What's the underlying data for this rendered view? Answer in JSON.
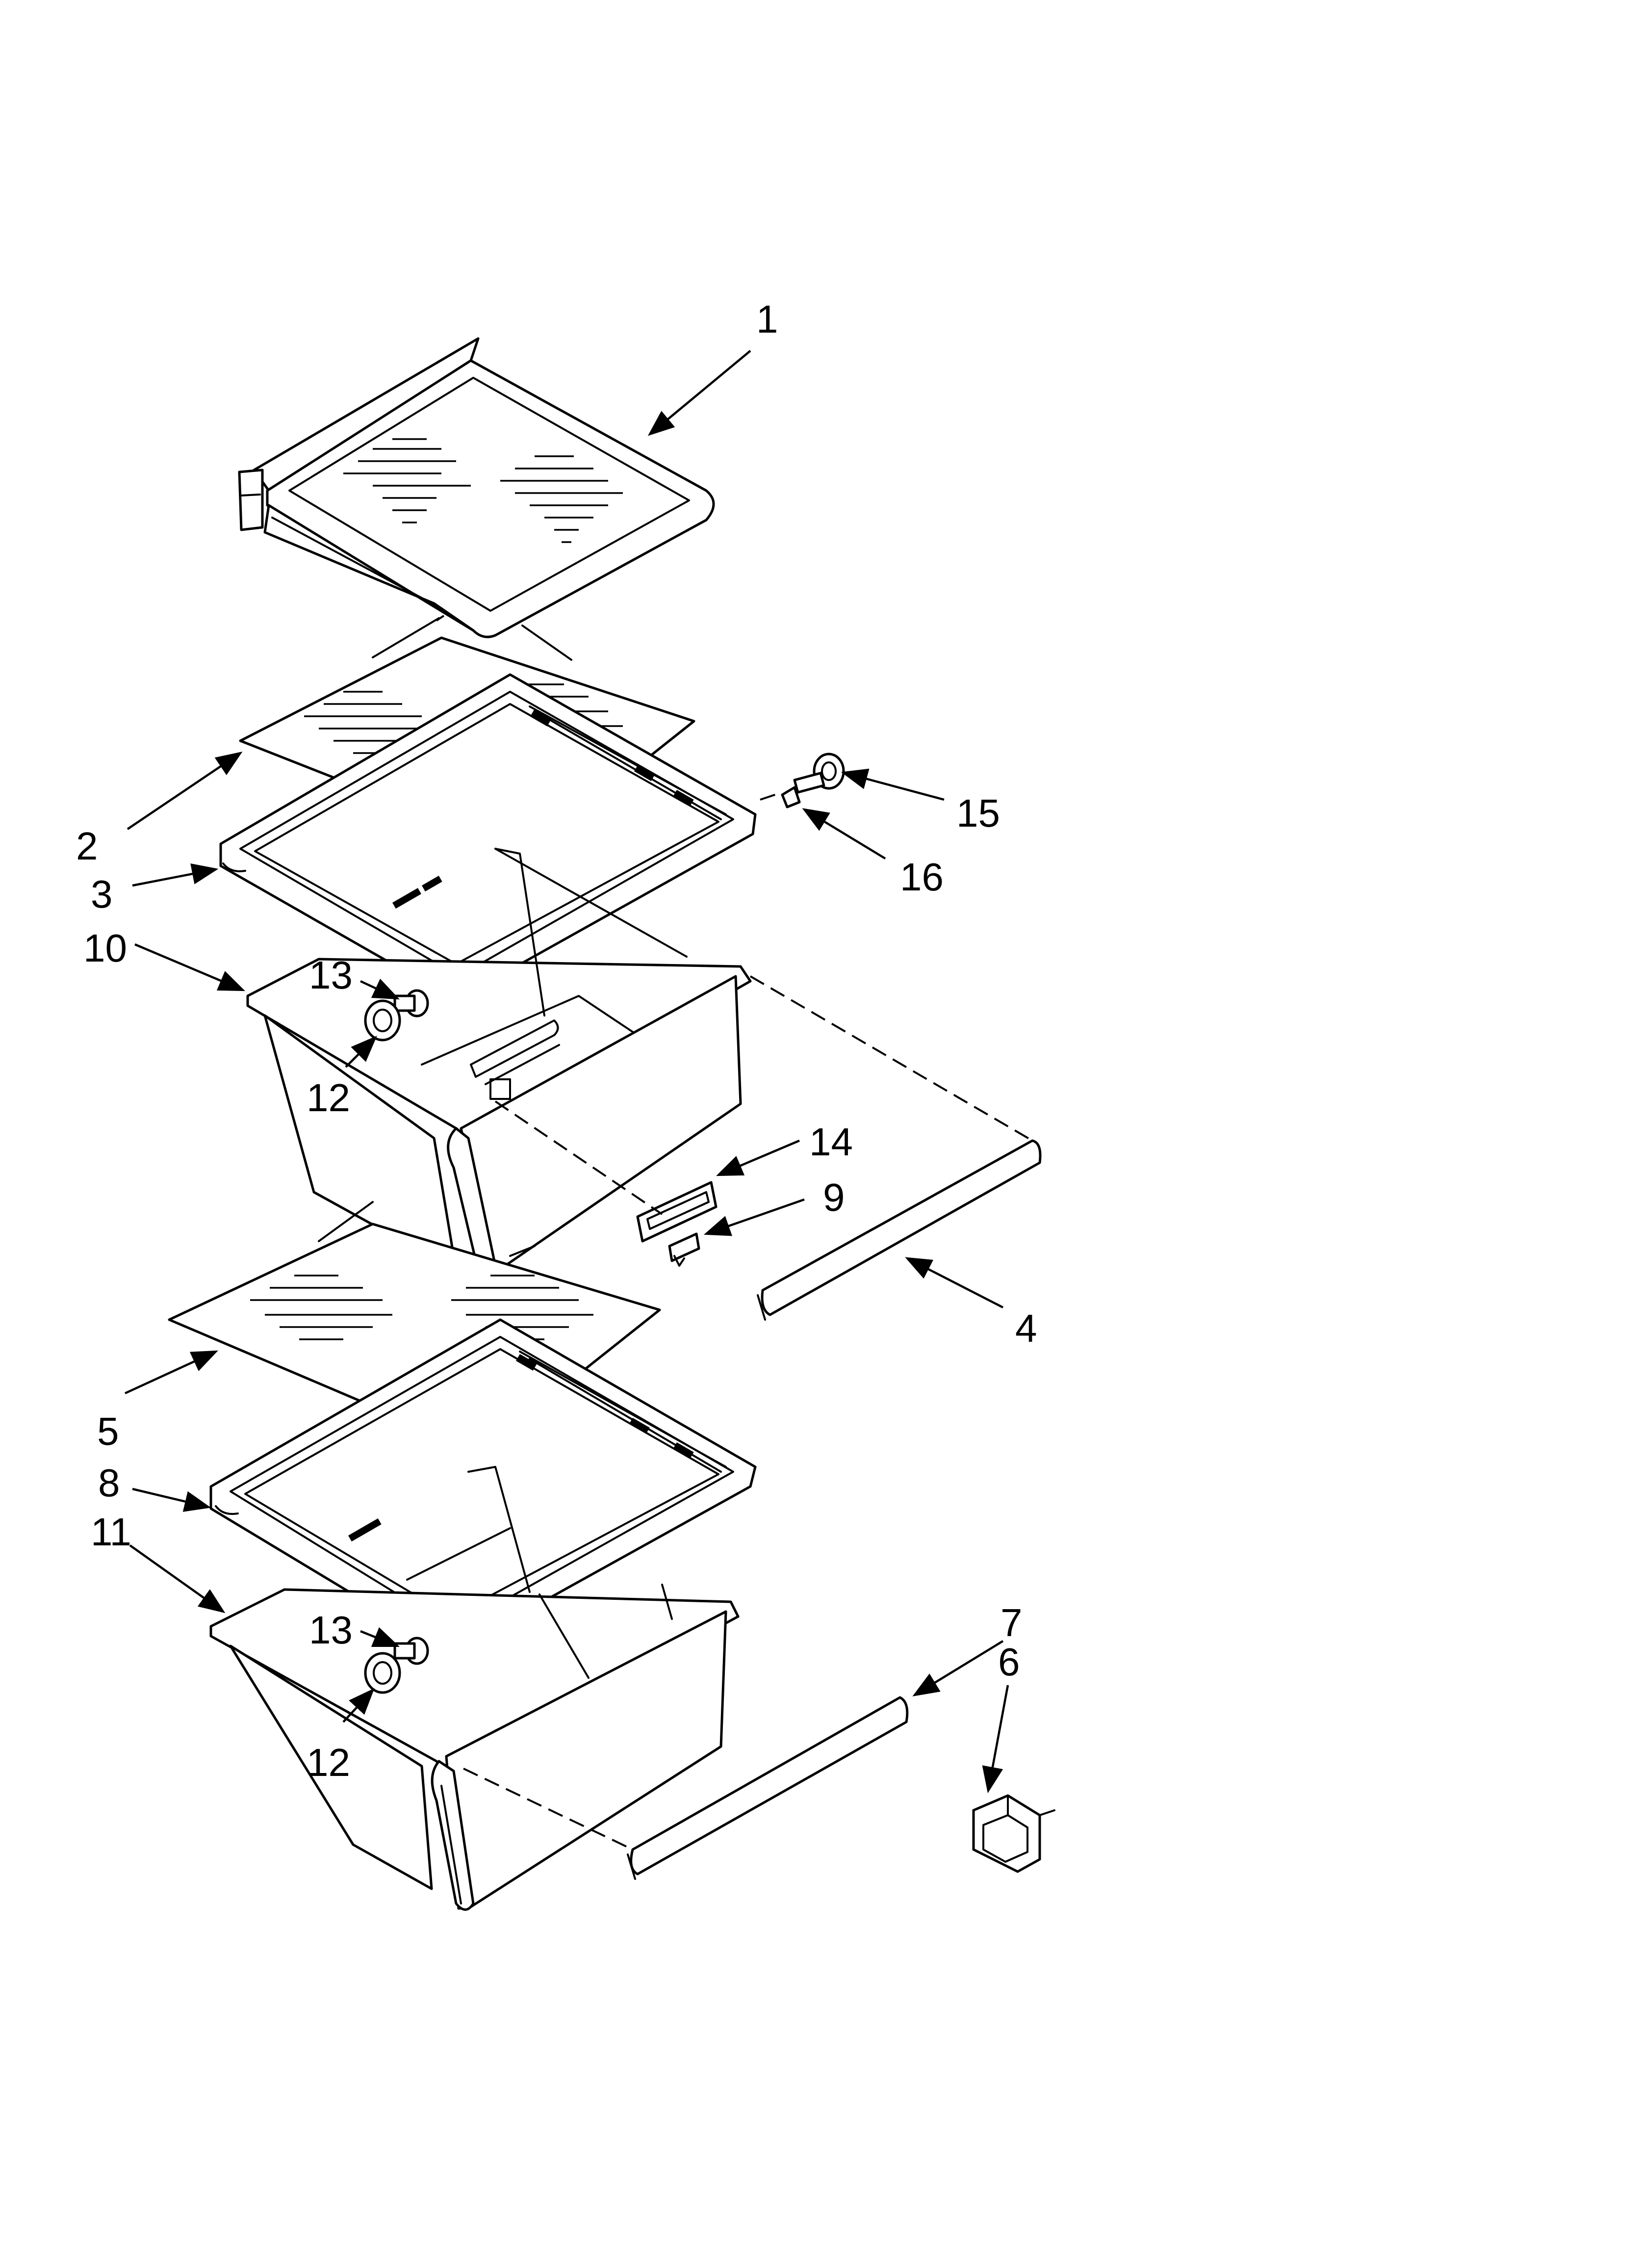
{
  "callouts": [
    {
      "id": "c1",
      "label": "1"
    },
    {
      "id": "c2",
      "label": "2"
    },
    {
      "id": "c3",
      "label": "3"
    },
    {
      "id": "c4",
      "label": "4"
    },
    {
      "id": "c5",
      "label": "5"
    },
    {
      "id": "c6",
      "label": "6"
    },
    {
      "id": "c7",
      "label": "7"
    },
    {
      "id": "c8",
      "label": "8"
    },
    {
      "id": "c9",
      "label": "9"
    },
    {
      "id": "c10",
      "label": "10"
    },
    {
      "id": "c11",
      "label": "11"
    },
    {
      "id": "c12a",
      "label": "12"
    },
    {
      "id": "c12b",
      "label": "12"
    },
    {
      "id": "c13a",
      "label": "13"
    },
    {
      "id": "c13b",
      "label": "13"
    },
    {
      "id": "c14",
      "label": "14"
    },
    {
      "id": "c15",
      "label": "15"
    },
    {
      "id": "c16",
      "label": "16"
    }
  ]
}
